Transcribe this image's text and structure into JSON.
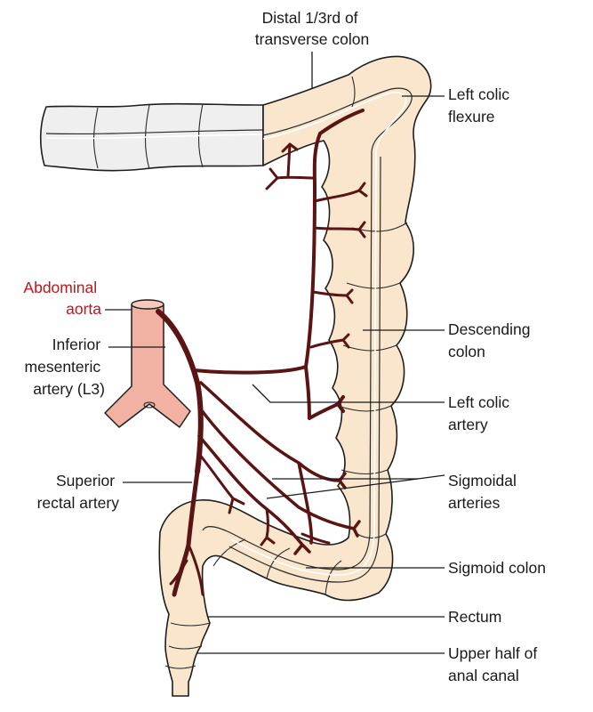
{
  "labels": {
    "distal_transverse": [
      "Distal 1/3rd of",
      "transverse colon"
    ],
    "left_colic_flexure": [
      "Left colic",
      "flexure"
    ],
    "abdominal_aorta": [
      "Abdominal",
      "aorta"
    ],
    "inferior_mesenteric": [
      "Inferior",
      "mesenteric",
      "artery (L3)"
    ],
    "descending_colon": [
      "Descending",
      "colon"
    ],
    "left_colic_artery": [
      "Left colic",
      "artery"
    ],
    "superior_rectal": [
      "Superior",
      "rectal artery"
    ],
    "sigmoidal_arteries": [
      "Sigmoidal",
      "arteries"
    ],
    "sigmoid_colon": [
      "Sigmoid colon"
    ],
    "rectum": [
      "Rectum"
    ],
    "anal_canal": [
      "Upper half of",
      "anal canal"
    ]
  },
  "colors": {
    "colon_fill": "#f9e6cc",
    "transverse_proximal_fill": "#efefef",
    "artery": "#5a1414",
    "aorta_fill": "#f1b1a3",
    "highlight_label": "#c0141b"
  }
}
